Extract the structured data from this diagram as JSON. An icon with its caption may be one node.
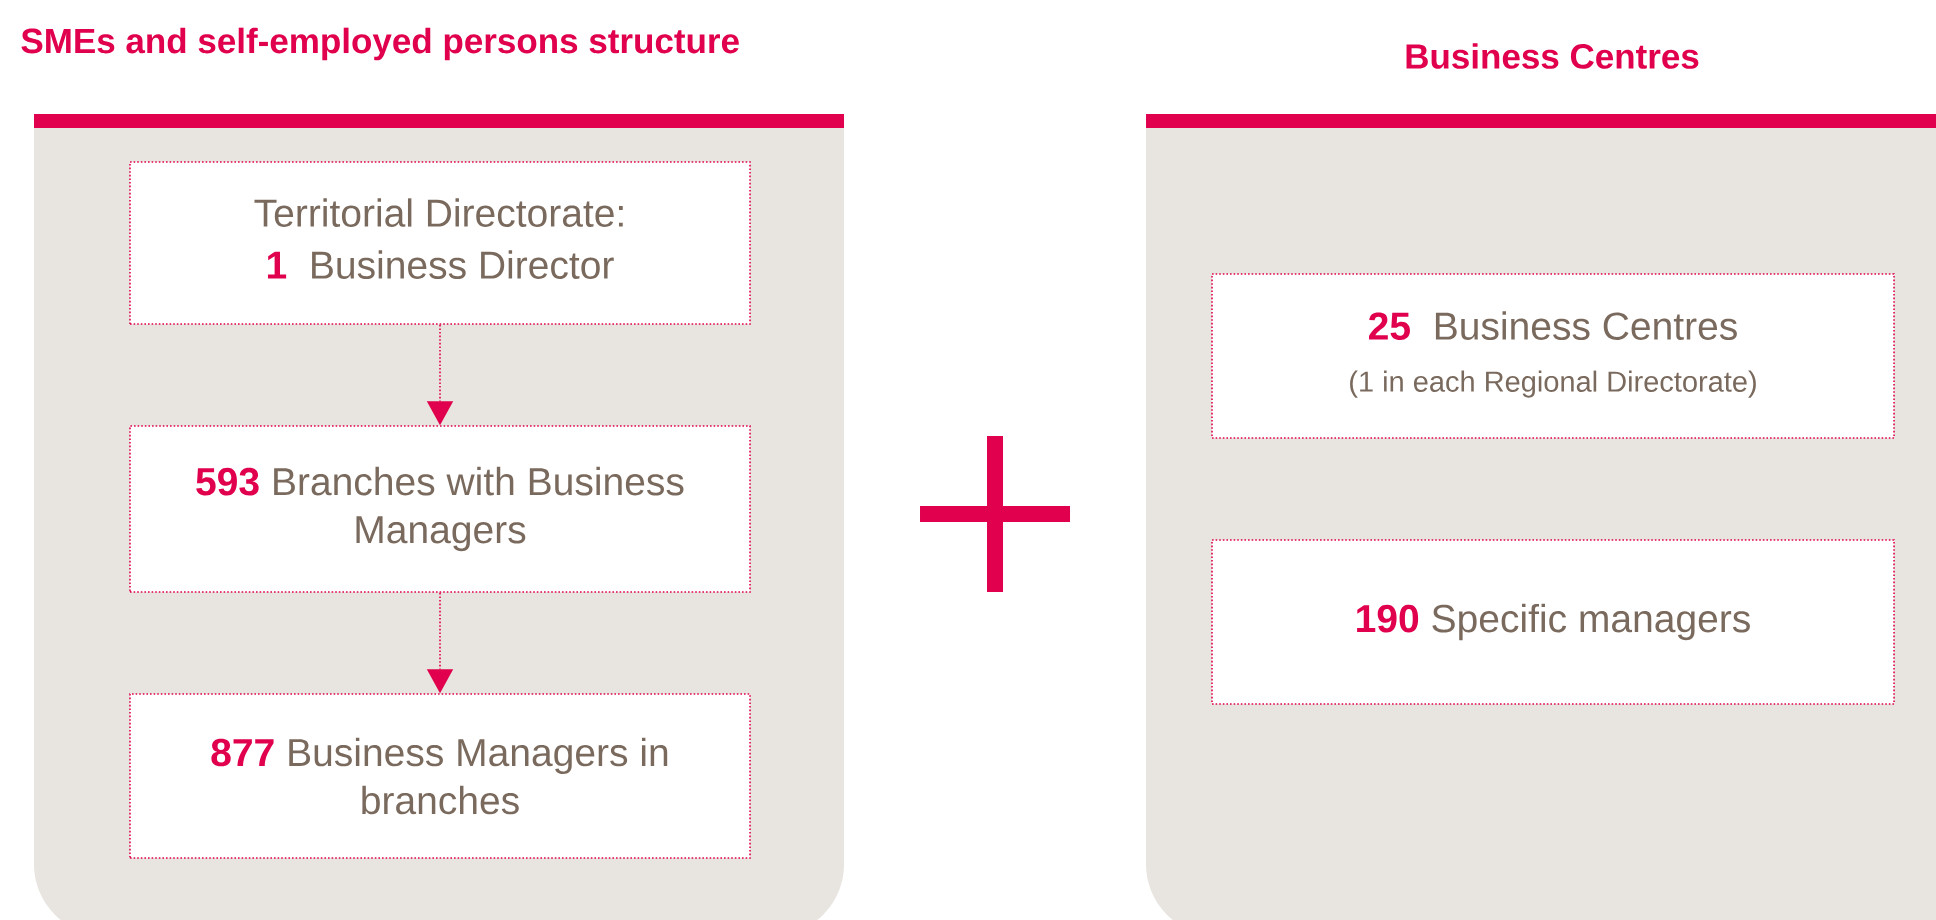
{
  "diagram": {
    "nodes": [
      {
        "text": [
          "SMEs and self-employed persons structure"
        ]
      },
      {
        "text": [
          "Territorial Directorate:",
          "1",
          "Business Director"
        ],
        "in": 0
      },
      {
        "text": [
          "593",
          "Branches with Business Managers"
        ],
        "in": 0
      },
      {
        "text": [
          "877",
          "Business Managers in branches"
        ],
        "in": 0
      },
      {
        "text": [
          "Business Centres"
        ]
      },
      {
        "text": [
          "25",
          "Business Centres",
          "(1 in each Regional Directorate)"
        ],
        "in": 4
      },
      {
        "text": [
          "190",
          "Specific managers"
        ],
        "in": 4
      }
    ],
    "edges": [
      {
        "from": 1,
        "to": 2,
        "arrow": "to"
      },
      {
        "from": 2,
        "to": 3,
        "arrow": "to"
      }
    ]
  }
}
